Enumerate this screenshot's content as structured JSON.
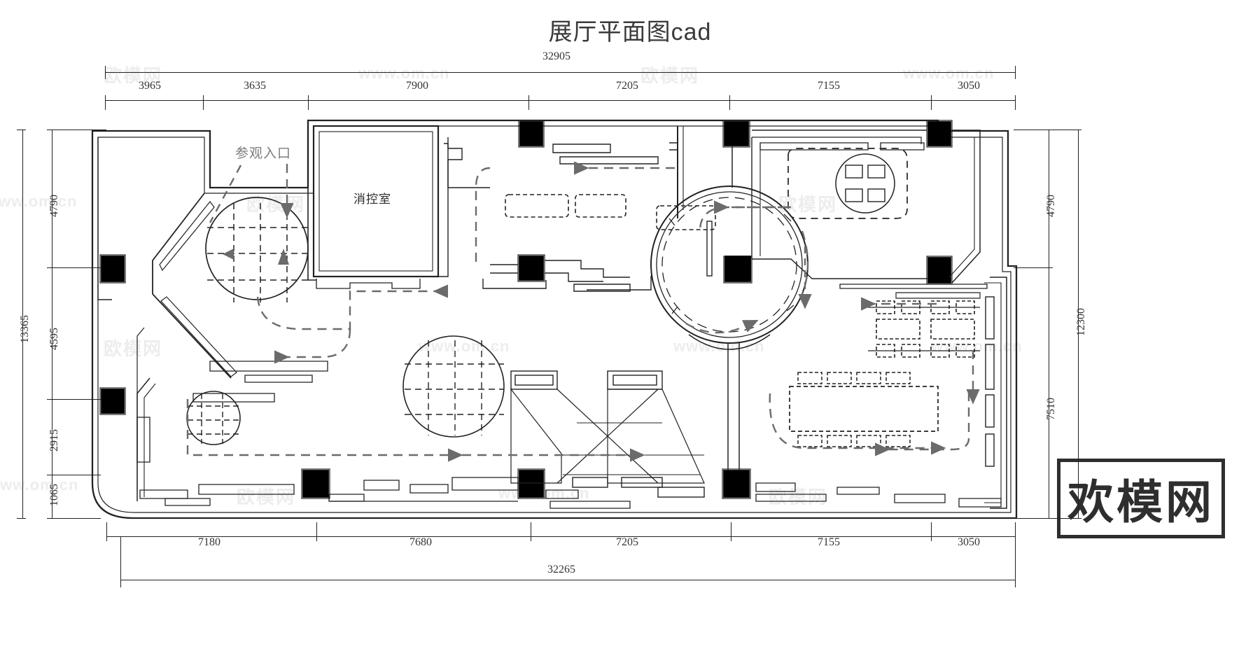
{
  "drawing": {
    "title": "展厅平面图cad",
    "type": "architectural-floor-plan"
  },
  "dimensions": {
    "top": {
      "total": "32905",
      "segments": [
        "3965",
        "3635",
        "7900",
        "7205",
        "7155",
        "3050"
      ]
    },
    "bottom": {
      "total": "32265",
      "segments": [
        "7180",
        "7680",
        "7205",
        "7155",
        "3050"
      ]
    },
    "left": {
      "total": "13365",
      "segments": [
        "4790",
        "4595",
        "2915",
        "1065"
      ]
    },
    "right": {
      "total": "12300",
      "segments": [
        "4790",
        "7510"
      ]
    }
  },
  "plan_labels": [
    {
      "text": "参观入口",
      "style": "gray"
    },
    {
      "text": "消控室",
      "style": "dark"
    }
  ],
  "watermarks": {
    "url": "www.om.cn",
    "cn": "欧模网",
    "brand": "欢模网"
  },
  "colors": {
    "ink": "#222222",
    "column_fill": "#000000",
    "circulation": "#6b6b6b",
    "watermark": "#ededed",
    "title": "#3a3a3a"
  }
}
